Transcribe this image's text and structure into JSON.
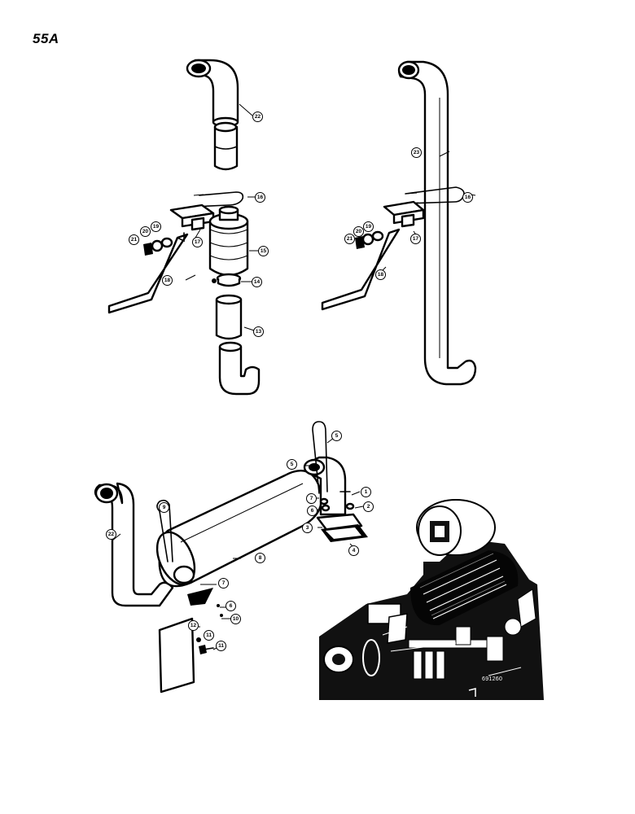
{
  "page_label": "55A",
  "photo_code": "691260",
  "diagram_top_left": {
    "callouts": [
      "22",
      "16",
      "17",
      "15",
      "21",
      "20",
      "19",
      "18",
      "14",
      "13"
    ]
  },
  "diagram_top_right": {
    "callouts": [
      "23",
      "16",
      "21",
      "20",
      "19",
      "17",
      "18"
    ]
  },
  "diagram_bottom_left": {
    "callouts": [
      "5",
      "5",
      "1",
      "2",
      "7",
      "6",
      "3",
      "4",
      "22",
      "9",
      "8",
      "7",
      "6",
      "10",
      "12",
      "11"
    ]
  },
  "engine_photo": {
    "description": ""
  }
}
